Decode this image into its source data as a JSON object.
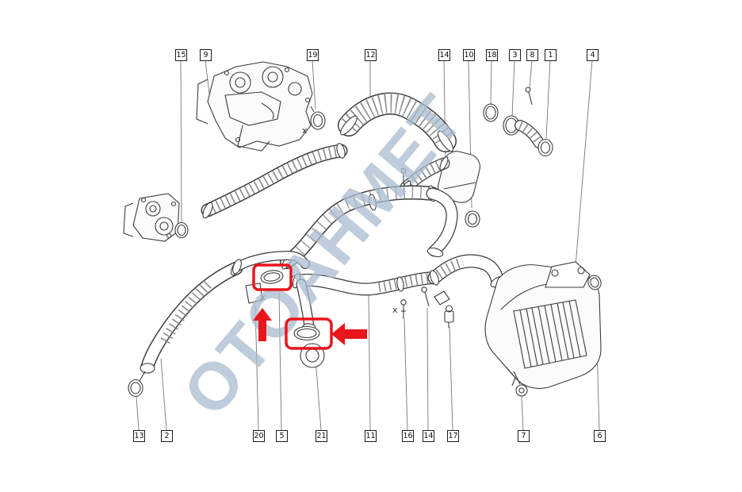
{
  "page": {
    "watermark": "OTOAHMET"
  },
  "colors": {
    "line": "#3c3c3c",
    "leader": "#777777",
    "highlight_red": "#e8151d",
    "watermark_blue": "#a9bccf"
  },
  "diagram": {
    "x_mark": "x"
  },
  "callouts": {
    "top": [
      {
        "label": "15"
      },
      {
        "label": "9"
      },
      {
        "label": "19"
      },
      {
        "label": "12"
      },
      {
        "label": "14"
      },
      {
        "label": "10"
      },
      {
        "label": "18"
      },
      {
        "label": "3"
      },
      {
        "label": "8"
      },
      {
        "label": "1"
      },
      {
        "label": "4"
      }
    ],
    "bottom": [
      {
        "label": "13"
      },
      {
        "label": "2"
      },
      {
        "label": "20"
      },
      {
        "label": "5"
      },
      {
        "label": "21"
      },
      {
        "label": "11"
      },
      {
        "label": "16"
      },
      {
        "label": "14"
      },
      {
        "label": "17"
      },
      {
        "label": "7"
      },
      {
        "label": "6"
      }
    ]
  }
}
